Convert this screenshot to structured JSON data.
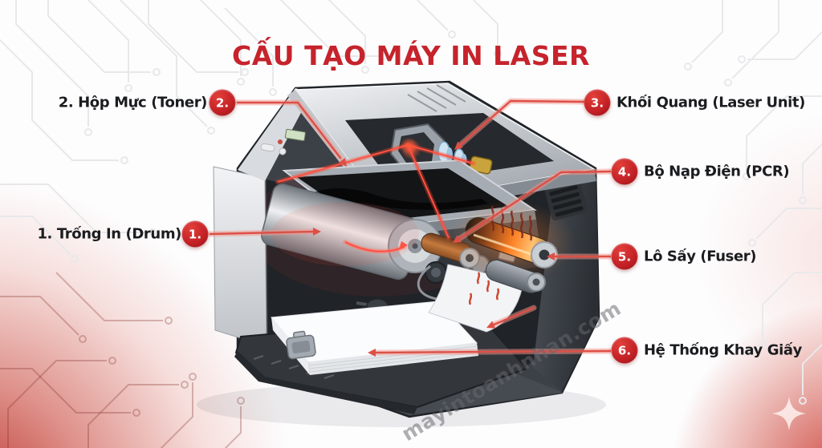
{
  "header": {
    "title": "CẤU TẠO MÁY IN LASER"
  },
  "callouts": [
    {
      "badge": "1.",
      "label": "1. Trống In (Drum)"
    },
    {
      "badge": "2.",
      "label": "2. Hộp Mực (Toner)"
    },
    {
      "badge": "3.",
      "label": "Khối Quang (Laser Unit)"
    },
    {
      "badge": "4.",
      "label": "Bộ Nạp Điện (PCR)"
    },
    {
      "badge": "5.",
      "label": "Lô Sấy (Fuser)"
    },
    {
      "badge": "6.",
      "label": "Hệ Thống Khay Giấy"
    }
  ],
  "watermark": {
    "text": "mayintoanhnhan.com"
  },
  "icons": {
    "sparkle": "four-point-star"
  },
  "colors": {
    "title": "#c6232c",
    "badge": "#c22026",
    "callout_line": "#dd5047",
    "label_text": "#1b1c1f",
    "laser_beam": "#ff5242",
    "fuser_glow": "#ff8126"
  }
}
